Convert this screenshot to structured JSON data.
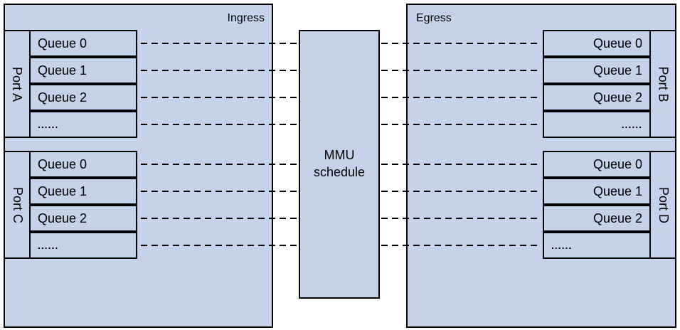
{
  "ingress": {
    "title": "Ingress",
    "ports": [
      {
        "name": "Port A",
        "queues": [
          "Queue 0",
          "Queue 1",
          "Queue 2",
          "......"
        ]
      },
      {
        "name": "Port C",
        "queues": [
          "Queue 0",
          "Queue 1",
          "Queue 2",
          "......"
        ]
      }
    ]
  },
  "egress": {
    "title": "Egress",
    "ports": [
      {
        "name": "Port B",
        "queues": [
          "Queue 0",
          "Queue 1",
          "Queue 2",
          "......"
        ]
      },
      {
        "name": "Port D",
        "queues": [
          "Queue 0",
          "Queue 1",
          "Queue 2",
          "......"
        ]
      }
    ]
  },
  "mmu": {
    "line1": "MMU",
    "line2": "schedule"
  },
  "colors": {
    "fill": "#c5d3ea",
    "stroke": "#000000"
  }
}
